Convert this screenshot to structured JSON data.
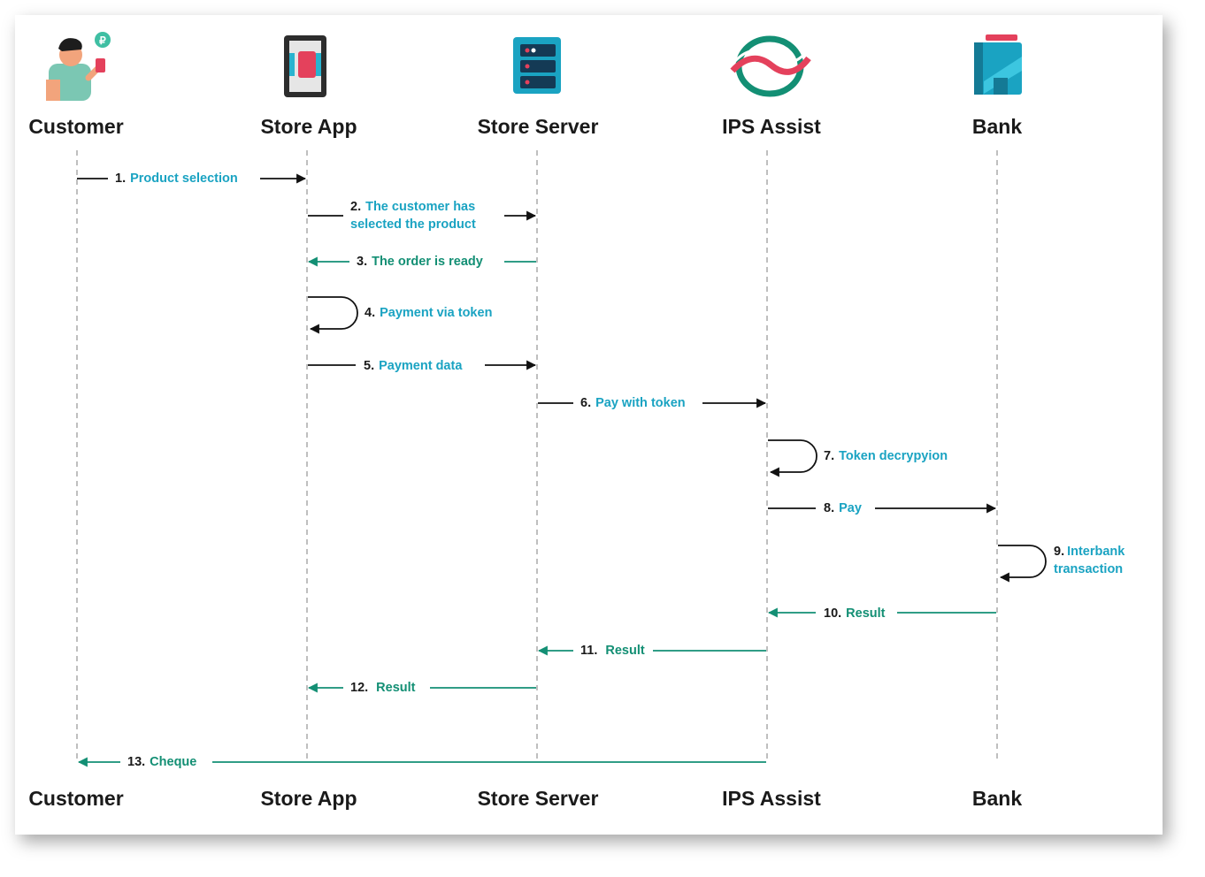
{
  "actors": [
    {
      "name": "Customer",
      "icon": "customer-icon"
    },
    {
      "name": "Store App",
      "icon": "smartphone-icon"
    },
    {
      "name": "Store Server",
      "icon": "server-icon"
    },
    {
      "name": "IPS Assist",
      "icon": "ips-assist-logo-icon"
    },
    {
      "name": "Bank",
      "icon": "bank-building-icon"
    }
  ],
  "messages": [
    {
      "num": "1.",
      "lines": [
        "Product selection"
      ]
    },
    {
      "num": "2.",
      "lines": [
        "The customer has",
        "selected the product"
      ]
    },
    {
      "num": "3.",
      "lines": [
        "The order is ready"
      ]
    },
    {
      "num": "4.",
      "lines": [
        "Payment via token"
      ]
    },
    {
      "num": "5.",
      "lines": [
        "Payment data"
      ]
    },
    {
      "num": "6.",
      "lines": [
        "Pay with token"
      ]
    },
    {
      "num": "7.",
      "lines": [
        "Token decrypyion"
      ]
    },
    {
      "num": "8.",
      "lines": [
        "Pay"
      ]
    },
    {
      "num": "9.",
      "lines": [
        "Interbank",
        "transaction"
      ]
    },
    {
      "num": "10.",
      "lines": [
        "Result"
      ]
    },
    {
      "num": "11.",
      "lines": [
        "Result"
      ]
    },
    {
      "num": "12.",
      "lines": [
        "Result"
      ]
    },
    {
      "num": "13.",
      "lines": [
        "Cheque"
      ]
    }
  ],
  "colors": {
    "request_arrow": "#111111",
    "response_arrow": "#138f74",
    "label_blue": "#1aa3c2",
    "label_green": "#138f74",
    "lifeline": "#aaaaaa"
  }
}
